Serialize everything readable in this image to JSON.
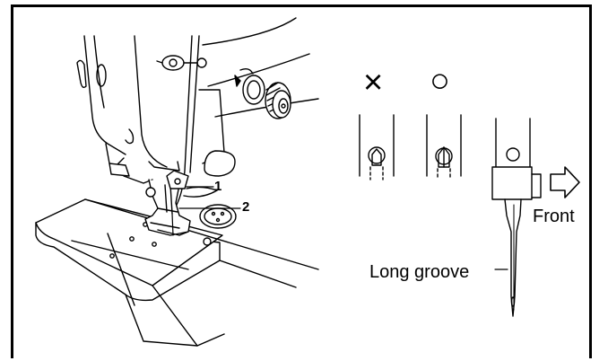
{
  "callouts": {
    "one": "1",
    "two": "2"
  },
  "symbols": {
    "wrong": "×",
    "correct": "○"
  },
  "labels": {
    "front": "Front",
    "long_groove": "Long groove"
  }
}
